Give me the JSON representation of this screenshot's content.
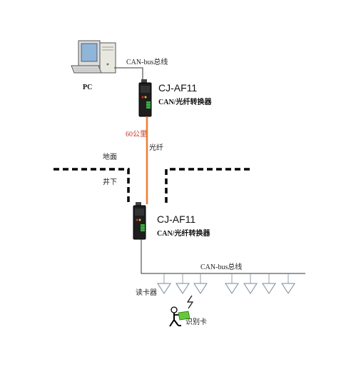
{
  "pc": {
    "label": "PC",
    "bus_label": "CAN-bus总线"
  },
  "converter_top": {
    "model": "CJ-AF11",
    "type": "CAN/光纤转换器"
  },
  "fiber": {
    "distance": "60公里",
    "label": "光纤"
  },
  "ground": {
    "above": "地面",
    "below": "井下"
  },
  "converter_bottom": {
    "model": "CJ-AF11",
    "type": "CAN/光纤转换器"
  },
  "bus_bottom": {
    "label": "CAN-bus总线"
  },
  "reader": {
    "label": "读卡器",
    "count": 7
  },
  "card": {
    "label": "识别卡"
  },
  "colors": {
    "fiber": "#ee7d31",
    "device": "#222222",
    "led": "#d62828",
    "terminal": "#3fae49",
    "card": "#63c93a"
  }
}
